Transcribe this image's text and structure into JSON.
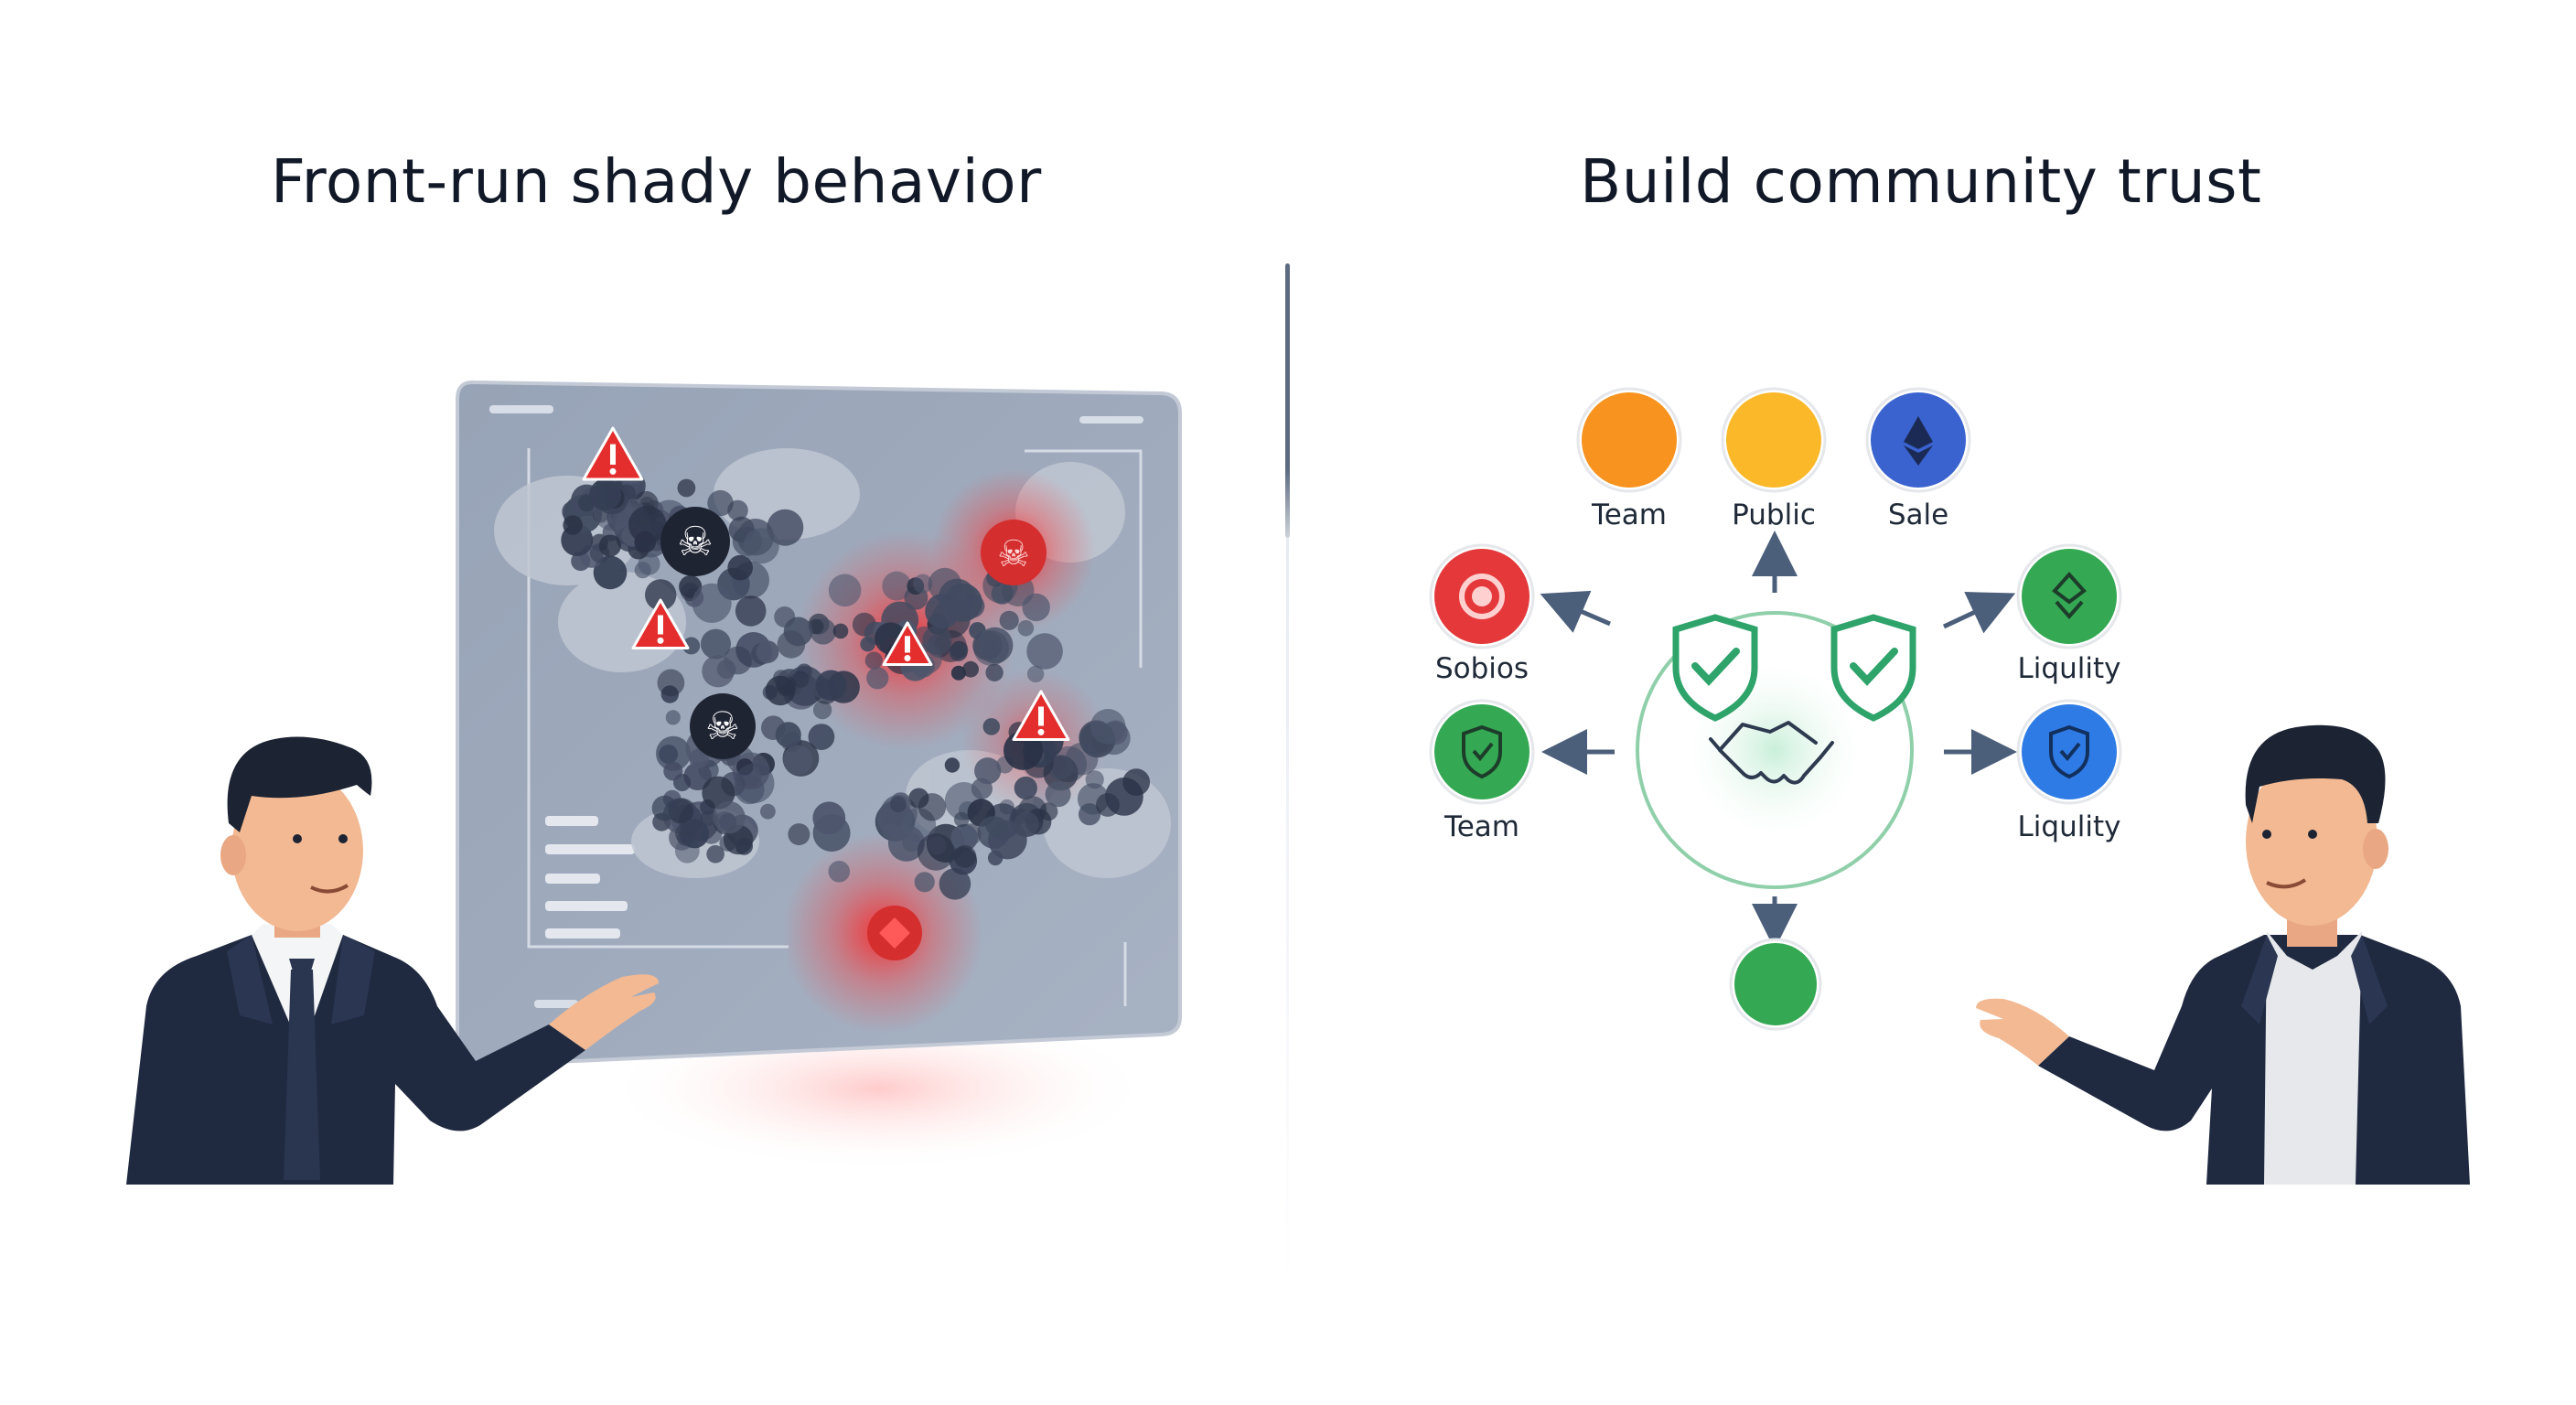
{
  "left_panel": {
    "heading": "Front-run shady behavior",
    "alert_icons": [
      "warning-icon",
      "skull-icon",
      "target-icon"
    ]
  },
  "right_panel": {
    "heading": "Build community trust",
    "nodes": [
      {
        "id": "team-top",
        "label": "Team",
        "color": "#f7931e",
        "icon": ""
      },
      {
        "id": "public",
        "label": "Public",
        "color": "#fbb829",
        "icon": ""
      },
      {
        "id": "sale",
        "label": "Sale",
        "color": "#3a63cf",
        "icon": "ethereum-icon"
      },
      {
        "id": "sobios",
        "label": "Sobios",
        "color": "#e5383b",
        "icon": "chip-icon"
      },
      {
        "id": "team-left",
        "label": "Team",
        "color": "#34a853",
        "icon": "shield-check-icon"
      },
      {
        "id": "liquidity-top",
        "label": "Liqulity",
        "color": "#34a853",
        "icon": "gem-icon"
      },
      {
        "id": "liquidity-bottom",
        "label": "Liqulity",
        "color": "#2f7be6",
        "icon": "shield-check-icon"
      },
      {
        "id": "bottom",
        "label": "",
        "color": "#34a853",
        "icon": ""
      }
    ],
    "hub_icon": "handshake-icon",
    "accent": "#2ea36a"
  }
}
